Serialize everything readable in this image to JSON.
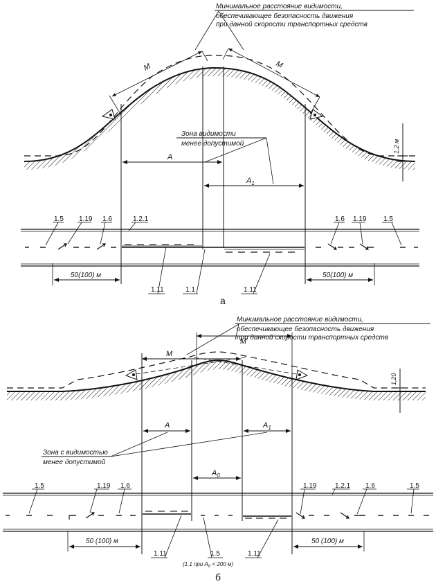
{
  "diagram_a": {
    "caption": "а",
    "sight_note_line1": "Минимальное расстояние видимости,",
    "sight_note_line2": "обеспечивающее безопасность движения",
    "sight_note_line3": "при данной скорости транспортных средств",
    "m_left": "M",
    "m_right": "M",
    "zone_line1": "Зона видимости",
    "zone_line2": "менее допустимой",
    "dim_a": "A",
    "dim_a1": "A",
    "dim_a1_sub": "1",
    "height": "1,2 м",
    "road_labels": {
      "l_1_5": "1.5",
      "l_1_19": "1.19",
      "l_1_6": "1.6",
      "l_1_2_1": "1.2.1",
      "r_1_6": "1.6",
      "r_1_19": "1.19",
      "r_1_5": "1.5",
      "b_1_11_left": "1.11",
      "b_1_1": "1.1",
      "b_1_11_right": "1.11"
    },
    "dist_left": "50(100) м",
    "dist_right": "50(100) м"
  },
  "diagram_b": {
    "caption": "б",
    "sight_note_line1": "Минимальное расстояние видимости,",
    "sight_note_line2": "обеспечивающее безопасность движения",
    "sight_note_line3": "при данной скорости транспортных средств",
    "m_left": "M",
    "m_right": "M",
    "zone_line1": "Зона с видимостью",
    "zone_line2": "менее допустимой",
    "dim_a": "A",
    "dim_a1": "A",
    "dim_a1_sub": "1",
    "dim_a0": "A",
    "dim_a0_sub": "0",
    "height": "1,20",
    "road_labels": {
      "l_1_5": "1.5",
      "l_1_19": "1.19",
      "l_1_6": "1.6",
      "r_1_19": "1.19",
      "r_1_2_1": "1.2.1",
      "r_1_6": "1.6",
      "r_1_5": "1.5",
      "b_1_11_left": "1.11",
      "b_1_5": "1.5",
      "b_1_11_right": "1.11"
    },
    "note_1_1": "(1.1 при A",
    "note_1_1_sub": "0",
    "note_1_1_tail": " < 200 м)",
    "dist_left": "50 (100) м",
    "dist_right": "50 (100) м"
  }
}
